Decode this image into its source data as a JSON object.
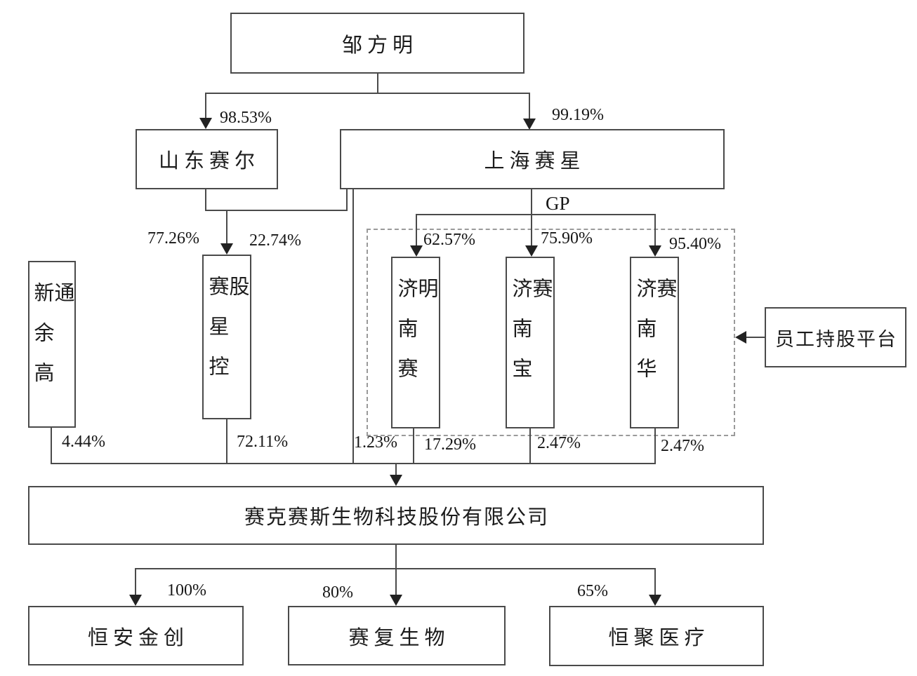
{
  "diagram": {
    "type": "equity-ownership-structure",
    "nodes": {
      "zou_fangming": "邹方明",
      "shandong_saier": "山东赛尔",
      "shanghai_saixing": "上海赛星",
      "xinyu_gaotong": "新余高通",
      "saixing_holding": "赛星控股",
      "jinan_saiming": "济南赛明",
      "jinan_baosai": "济南宝赛",
      "jinan_huasai": "济南华赛",
      "employee_platform": "员工持股平台",
      "issuer": "赛克赛斯生物科技股份有限公司",
      "hengan_jinchuang": "恒安金创",
      "saifu_shengwu": "赛复生物",
      "hengju_yiliao": "恒聚医疗"
    },
    "labels": {
      "pct_zou_shandong": "98.53%",
      "pct_zou_shanghai": "99.19%",
      "pct_shandong_holding": "77.26%",
      "pct_shanghai_holding": "22.74%",
      "gp": "GP",
      "pct_gp_saiming": "62.57%",
      "pct_gp_baosai": "75.90%",
      "pct_gp_huasai": "95.40%",
      "pct_xinyu_issuer": "4.44%",
      "pct_holding_issuer": "72.11%",
      "pct_shanghai_issuer": "1.23%",
      "pct_saiming_issuer": "17.29%",
      "pct_baosai_issuer": "2.47%",
      "pct_huasai_issuer": "2.47%",
      "pct_issuer_hengan": "100%",
      "pct_issuer_saifu": "80%",
      "pct_issuer_hengju": "65%"
    },
    "edges": [
      {
        "from": "邹方明",
        "to": "山东赛尔",
        "label": "98.53%"
      },
      {
        "from": "邹方明",
        "to": "上海赛星",
        "label": "99.19%"
      },
      {
        "from": "山东赛尔",
        "to": "赛星控股",
        "label": "77.26%"
      },
      {
        "from": "上海赛星",
        "to": "赛星控股",
        "label": "22.74%"
      },
      {
        "from": "上海赛星",
        "to": "济南赛明",
        "label": "62.57%",
        "note": "GP"
      },
      {
        "from": "上海赛星",
        "to": "济南宝赛",
        "label": "75.90%",
        "note": "GP"
      },
      {
        "from": "上海赛星",
        "to": "济南华赛",
        "label": "95.40%",
        "note": "GP"
      },
      {
        "from": "员工持股平台",
        "to": "济南赛明/济南宝赛/济南华赛",
        "label": ""
      },
      {
        "from": "新余高通",
        "to": "赛克赛斯生物科技股份有限公司",
        "label": "4.44%"
      },
      {
        "from": "赛星控股",
        "to": "赛克赛斯生物科技股份有限公司",
        "label": "72.11%"
      },
      {
        "from": "上海赛星",
        "to": "赛克赛斯生物科技股份有限公司",
        "label": "1.23%"
      },
      {
        "from": "济南赛明",
        "to": "赛克赛斯生物科技股份有限公司",
        "label": "17.29%"
      },
      {
        "from": "济南宝赛",
        "to": "赛克赛斯生物科技股份有限公司",
        "label": "2.47%"
      },
      {
        "from": "济南华赛",
        "to": "赛克赛斯生物科技股份有限公司",
        "label": "2.47%"
      },
      {
        "from": "赛克赛斯生物科技股份有限公司",
        "to": "恒安金创",
        "label": "100%"
      },
      {
        "from": "赛克赛斯生物科技股份有限公司",
        "to": "赛复生物",
        "label": "80%"
      },
      {
        "from": "赛克赛斯生物科技股份有限公司",
        "to": "恒聚医疗",
        "label": "65%"
      }
    ]
  }
}
